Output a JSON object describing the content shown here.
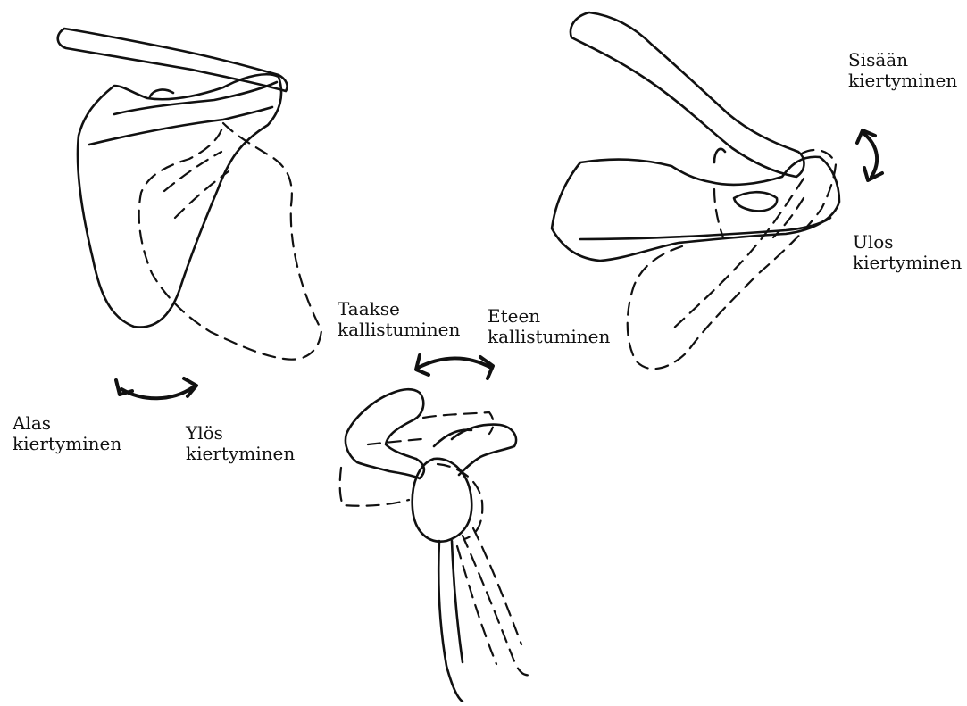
{
  "labels": {
    "downward_rotation": {
      "line1": "Alas",
      "line2": "kiertyminen"
    },
    "upward_rotation": {
      "line1": "Ylös",
      "line2": "kiertyminen"
    },
    "posterior_tilt": {
      "line1": "Taakse",
      "line2": "kallistuminen"
    },
    "anterior_tilt": {
      "line1": "Eteen",
      "line2": "kallistuminen"
    },
    "internal_rotation": {
      "line1": "Sisään",
      "line2": "kiertyminen"
    },
    "external_rotation": {
      "line1": "Ulos",
      "line2": "kiertyminen"
    }
  }
}
